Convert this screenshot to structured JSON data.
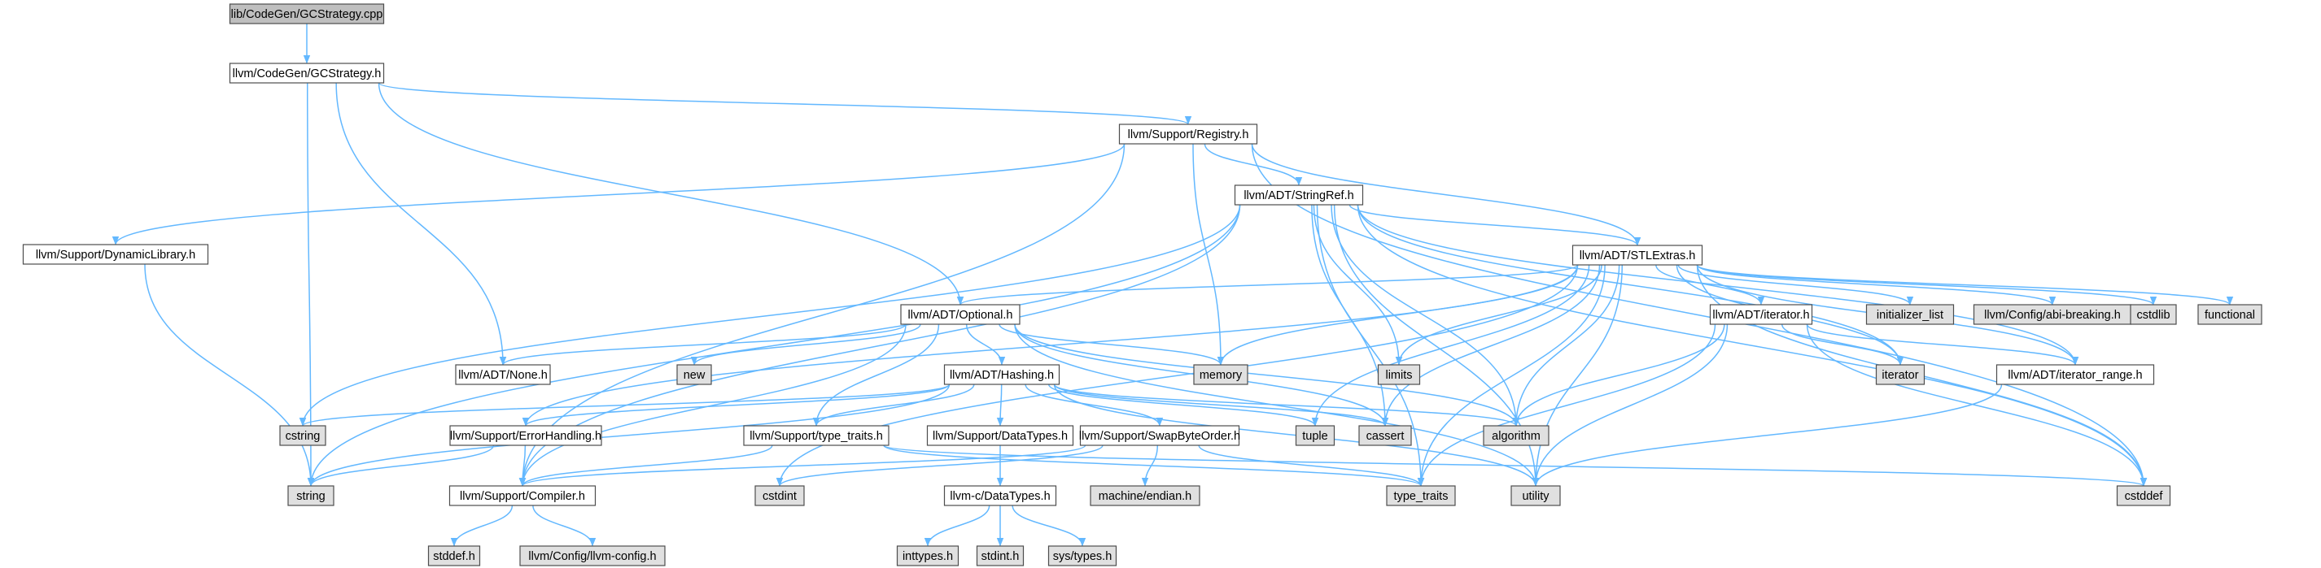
{
  "colors": {
    "edge": "#63b8ff",
    "node_border": "#4d4d4d",
    "node_fill": "#ffffff",
    "root_fill": "#bfbfbf",
    "system_fill": "#e0e0e0",
    "text": "#000000"
  },
  "nodes": [
    {
      "id": "n0",
      "label": "lib/CodeGen/GCStrategy.cpp",
      "kind": "root"
    },
    {
      "id": "n1",
      "label": "llvm/CodeGen/GCStrategy.h",
      "kind": "header"
    },
    {
      "id": "n2",
      "label": "llvm/Support/Registry.h",
      "kind": "header"
    },
    {
      "id": "n3",
      "label": "llvm/ADT/StringRef.h",
      "kind": "header"
    },
    {
      "id": "n4",
      "label": "llvm/Support/DynamicLibrary.h",
      "kind": "header"
    },
    {
      "id": "n5",
      "label": "llvm/ADT/STLExtras.h",
      "kind": "header"
    },
    {
      "id": "n6",
      "label": "llvm/ADT/Optional.h",
      "kind": "header"
    },
    {
      "id": "n7",
      "label": "llvm/ADT/iterator.h",
      "kind": "header"
    },
    {
      "id": "n8",
      "label": "llvm/ADT/None.h",
      "kind": "header"
    },
    {
      "id": "n9",
      "label": "new",
      "kind": "system"
    },
    {
      "id": "n10",
      "label": "memory",
      "kind": "system"
    },
    {
      "id": "n11",
      "label": "limits",
      "kind": "system"
    },
    {
      "id": "n12",
      "label": "initializer_list",
      "kind": "system"
    },
    {
      "id": "n13",
      "label": "llvm/Config/abi-breaking.h",
      "kind": "system"
    },
    {
      "id": "n14",
      "label": "cstdlib",
      "kind": "system"
    },
    {
      "id": "n15",
      "label": "functional",
      "kind": "system"
    },
    {
      "id": "n16",
      "label": "llvm/ADT/Hashing.h",
      "kind": "header"
    },
    {
      "id": "n17",
      "label": "iterator",
      "kind": "system"
    },
    {
      "id": "n18",
      "label": "llvm/ADT/iterator_range.h",
      "kind": "header"
    },
    {
      "id": "n19",
      "label": "cstring",
      "kind": "system"
    },
    {
      "id": "n20",
      "label": "llvm/Support/ErrorHandling.h",
      "kind": "header"
    },
    {
      "id": "n21",
      "label": "llvm/Support/type_traits.h",
      "kind": "header"
    },
    {
      "id": "n22",
      "label": "llvm/Support/DataTypes.h",
      "kind": "header"
    },
    {
      "id": "n23",
      "label": "llvm/Support/SwapByteOrder.h",
      "kind": "header"
    },
    {
      "id": "n24",
      "label": "tuple",
      "kind": "system"
    },
    {
      "id": "n25",
      "label": "cassert",
      "kind": "system"
    },
    {
      "id": "n26",
      "label": "algorithm",
      "kind": "system"
    },
    {
      "id": "n27",
      "label": "string",
      "kind": "system"
    },
    {
      "id": "n28",
      "label": "llvm/Support/Compiler.h",
      "kind": "header"
    },
    {
      "id": "n29",
      "label": "cstdint",
      "kind": "system"
    },
    {
      "id": "n30",
      "label": "llvm-c/DataTypes.h",
      "kind": "header"
    },
    {
      "id": "n31",
      "label": "machine/endian.h",
      "kind": "system"
    },
    {
      "id": "n32",
      "label": "type_traits",
      "kind": "system"
    },
    {
      "id": "n33",
      "label": "utility",
      "kind": "system"
    },
    {
      "id": "n34",
      "label": "cstddef",
      "kind": "system"
    },
    {
      "id": "n35",
      "label": "stddef.h",
      "kind": "system"
    },
    {
      "id": "n36",
      "label": "llvm/Config/llvm-config.h",
      "kind": "system"
    },
    {
      "id": "n37",
      "label": "inttypes.h",
      "kind": "system"
    },
    {
      "id": "n38",
      "label": "stdint.h",
      "kind": "system"
    },
    {
      "id": "n39",
      "label": "sys/types.h",
      "kind": "system"
    }
  ],
  "edges": [
    [
      "n0",
      "n1"
    ],
    [
      "n1",
      "n2"
    ],
    [
      "n1",
      "n6"
    ],
    [
      "n1",
      "n8"
    ],
    [
      "n1",
      "n27"
    ],
    [
      "n2",
      "n3"
    ],
    [
      "n2",
      "n5"
    ],
    [
      "n2",
      "n4"
    ],
    [
      "n2",
      "n28"
    ],
    [
      "n2",
      "n10"
    ],
    [
      "n2",
      "n34"
    ],
    [
      "n3",
      "n5"
    ],
    [
      "n3",
      "n11"
    ],
    [
      "n3",
      "n19"
    ],
    [
      "n3",
      "n27"
    ],
    [
      "n3",
      "n28"
    ],
    [
      "n3",
      "n25"
    ],
    [
      "n3",
      "n26"
    ],
    [
      "n3",
      "n33"
    ],
    [
      "n3",
      "n32"
    ],
    [
      "n3",
      "n34"
    ],
    [
      "n3",
      "n18"
    ],
    [
      "n3",
      "n17"
    ],
    [
      "n4",
      "n27"
    ],
    [
      "n5",
      "n6"
    ],
    [
      "n5",
      "n7"
    ],
    [
      "n5",
      "n18"
    ],
    [
      "n5",
      "n11"
    ],
    [
      "n5",
      "n12"
    ],
    [
      "n5",
      "n13"
    ],
    [
      "n5",
      "n14"
    ],
    [
      "n5",
      "n15"
    ],
    [
      "n5",
      "n17"
    ],
    [
      "n5",
      "n10"
    ],
    [
      "n5",
      "n24"
    ],
    [
      "n5",
      "n25"
    ],
    [
      "n5",
      "n26"
    ],
    [
      "n5",
      "n32"
    ],
    [
      "n5",
      "n33"
    ],
    [
      "n5",
      "n34"
    ],
    [
      "n5",
      "n29"
    ],
    [
      "n5",
      "n20"
    ],
    [
      "n6",
      "n16"
    ],
    [
      "n6",
      "n8"
    ],
    [
      "n6",
      "n9"
    ],
    [
      "n6",
      "n10"
    ],
    [
      "n6",
      "n21"
    ],
    [
      "n6",
      "n28"
    ],
    [
      "n6",
      "n25"
    ],
    [
      "n6",
      "n26"
    ],
    [
      "n6",
      "n33"
    ],
    [
      "n7",
      "n18"
    ],
    [
      "n7",
      "n17"
    ],
    [
      "n7",
      "n26"
    ],
    [
      "n7",
      "n32"
    ],
    [
      "n7",
      "n33"
    ],
    [
      "n7",
      "n34"
    ],
    [
      "n18",
      "n33"
    ],
    [
      "n16",
      "n20"
    ],
    [
      "n16",
      "n21"
    ],
    [
      "n16",
      "n22"
    ],
    [
      "n16",
      "n23"
    ],
    [
      "n16",
      "n24"
    ],
    [
      "n16",
      "n25"
    ],
    [
      "n16",
      "n26"
    ],
    [
      "n16",
      "n19"
    ],
    [
      "n16",
      "n27"
    ],
    [
      "n16",
      "n33"
    ],
    [
      "n20",
      "n28"
    ],
    [
      "n20",
      "n27"
    ],
    [
      "n21",
      "n28"
    ],
    [
      "n21",
      "n32"
    ],
    [
      "n21",
      "n34"
    ],
    [
      "n22",
      "n30"
    ],
    [
      "n23",
      "n28"
    ],
    [
      "n23",
      "n29"
    ],
    [
      "n23",
      "n31"
    ],
    [
      "n23",
      "n32"
    ],
    [
      "n28",
      "n35"
    ],
    [
      "n28",
      "n36"
    ],
    [
      "n30",
      "n37"
    ],
    [
      "n30",
      "n38"
    ],
    [
      "n30",
      "n39"
    ]
  ]
}
